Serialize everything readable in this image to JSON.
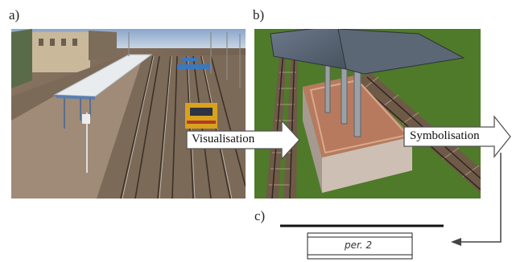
{
  "panels": {
    "a": {
      "label": "a)"
    },
    "b": {
      "label": "b)"
    },
    "c": {
      "label": "c)"
    }
  },
  "arrows": {
    "visualisation": "Visualisation",
    "symbolisation": "Symbolisation"
  },
  "platform_symbol": {
    "text": "per. 2"
  }
}
